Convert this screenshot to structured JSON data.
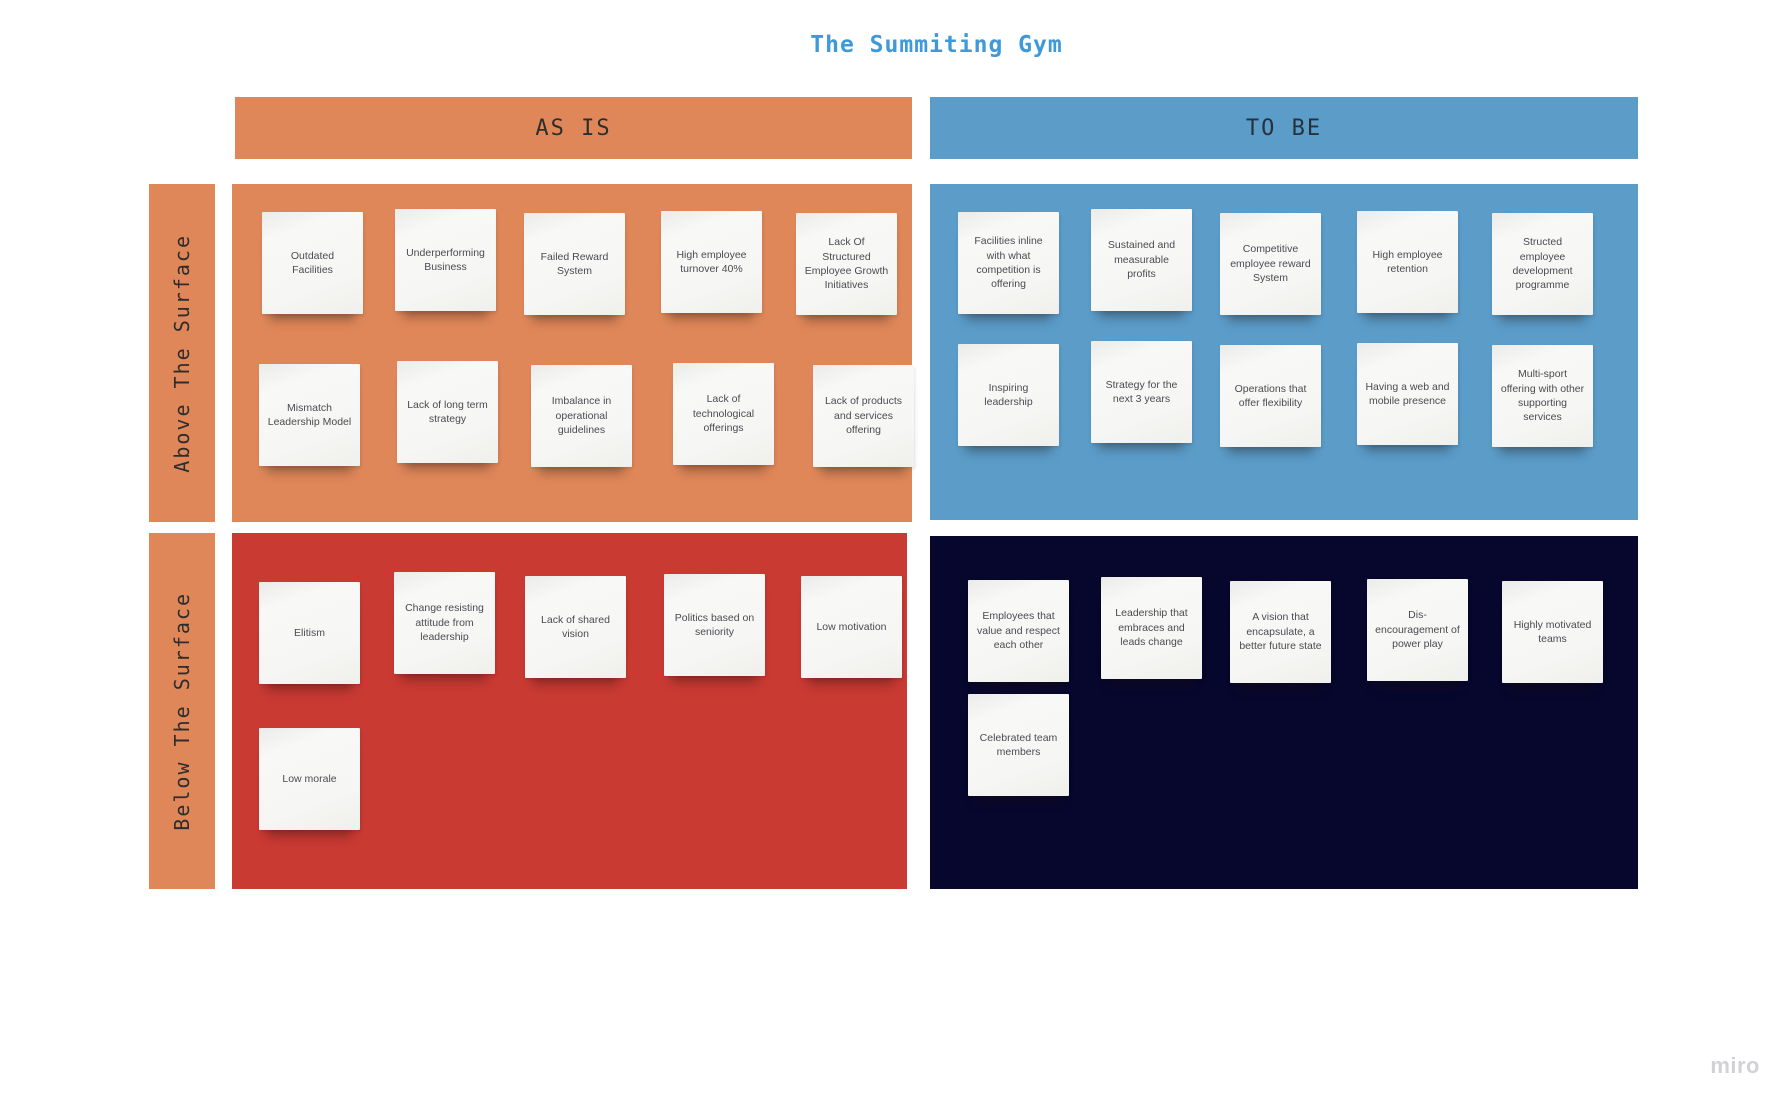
{
  "title": "The Summiting Gym",
  "watermark": "miro",
  "colors": {
    "title_blue": "#3d99d9",
    "as_is_orange": "#e0875a",
    "to_be_blue": "#5b9cc9",
    "below_red": "#c93a33",
    "below_navy": "#07072e",
    "sticky_note_bg": "#f6f6f4"
  },
  "column_headers": [
    {
      "id": "as-is",
      "label": "AS IS"
    },
    {
      "id": "to-be",
      "label": "TO BE"
    }
  ],
  "row_labels": [
    {
      "id": "above",
      "label": "Above The Surface"
    },
    {
      "id": "below",
      "label": "Below The Surface"
    }
  ],
  "quadrants": [
    {
      "id": "as-is-above",
      "rows": [
        [
          "Outdated Facilities",
          "Underperforming Business",
          "Failed Reward System",
          "High employee turnover 40%",
          "Lack Of Structured Employee Growth Initiatives"
        ],
        [
          "Mismatch Leadership Model",
          "Lack of long term strategy",
          "Imbalance in operational guidelines",
          "Lack of technological offerings",
          "Lack of products and services offering"
        ]
      ]
    },
    {
      "id": "to-be-above",
      "rows": [
        [
          "Facilities inline with what competition is offering",
          "Sustained and measurable profits",
          "Competitive employee reward System",
          "High employee retention",
          "Structed employee development programme"
        ],
        [
          "Inspiring leadership",
          "Strategy for the next 3 years",
          "Operations that offer flexibility",
          "Having a web and mobile presence",
          "Multi-sport offering with other supporting services"
        ]
      ]
    },
    {
      "id": "as-is-below",
      "rows": [
        [
          "Elitism",
          "Change resisting attitude from leadership",
          "Lack of shared vision",
          "Politics based on seniority",
          "Low motivation"
        ],
        [
          "Low morale"
        ]
      ]
    },
    {
      "id": "to-be-below",
      "rows": [
        [
          "Employees that value and respect each other",
          "Leadership that embraces and leads change",
          "A vision that encapsulate, a better future state",
          "Dis-encouragement of power play",
          "Highly motivated teams"
        ],
        [
          "Celebrated team members"
        ]
      ]
    }
  ]
}
